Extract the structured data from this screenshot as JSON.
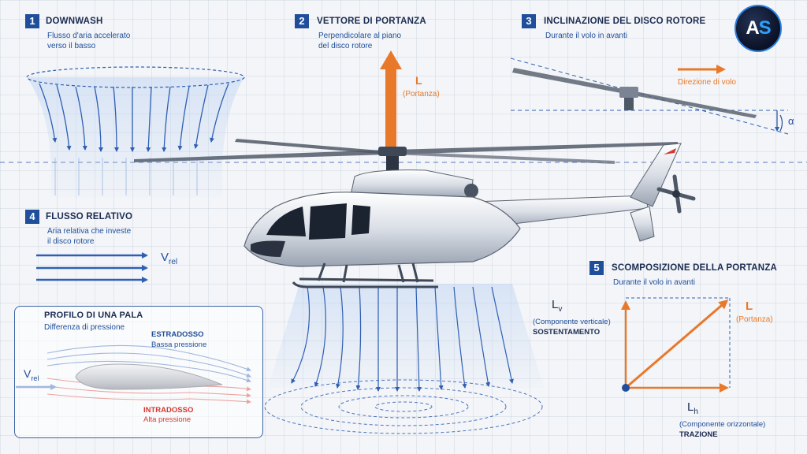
{
  "logo": {
    "left": "A",
    "right": "S"
  },
  "sections": [
    {
      "num": "1",
      "title": "DOWNWASH",
      "desc": [
        "Flusso d'aria accelerato",
        "verso il basso"
      ]
    },
    {
      "num": "2",
      "title": "VETTORE DI PORTANZA",
      "desc": [
        "Perpendicolare al piano",
        "del disco rotore"
      ]
    },
    {
      "num": "3",
      "title": "INCLINAZIONE DEL DISCO ROTORE",
      "desc": [
        "Durante il volo in avanti"
      ]
    },
    {
      "num": "4",
      "title": "FLUSSO RELATIVO",
      "desc": [
        "Aria relativa che investe",
        "il disco rotore"
      ]
    },
    {
      "num": "5",
      "title": "SCOMPOSIZIONE DELLA PORTANZA",
      "desc": [
        "Durante il volo in avanti"
      ]
    }
  ],
  "lift": {
    "symbol": "L",
    "name": "(Portanza)"
  },
  "tilt": {
    "direction": "Direzione di volo",
    "angle": "α"
  },
  "relative_flow": {
    "symbol": "V",
    "sub": "rel"
  },
  "profile": {
    "title": "PROFILO DI UNA PALA",
    "subtitle": "Differenza di pressione",
    "upper": "ESTRADOSSO",
    "upper_desc": "Bassa pressione",
    "lower": "INTRADOSSO",
    "lower_desc": "Alta pressione",
    "v_symbol": "V",
    "v_sub": "rel"
  },
  "decomposition": {
    "lv_symbol": "L",
    "lv_sub": "v",
    "lv_desc": "(Componente verticale)",
    "lv_role": "SOSTENTAMENTO",
    "lh_symbol": "L",
    "lh_sub": "h",
    "lh_desc": "(Componente orizzontale)",
    "lh_role": "TRAZIONE",
    "l_symbol": "L",
    "l_desc": "(Portanza)"
  },
  "colors": {
    "blue": "#1f4e9a",
    "orange": "#e8792b",
    "red": "#d6372f",
    "navy": "#1b2c52"
  },
  "icons": [
    "helicopter-illustration",
    "airfoil-profile",
    "rotor-head",
    "downwash-arrows"
  ]
}
